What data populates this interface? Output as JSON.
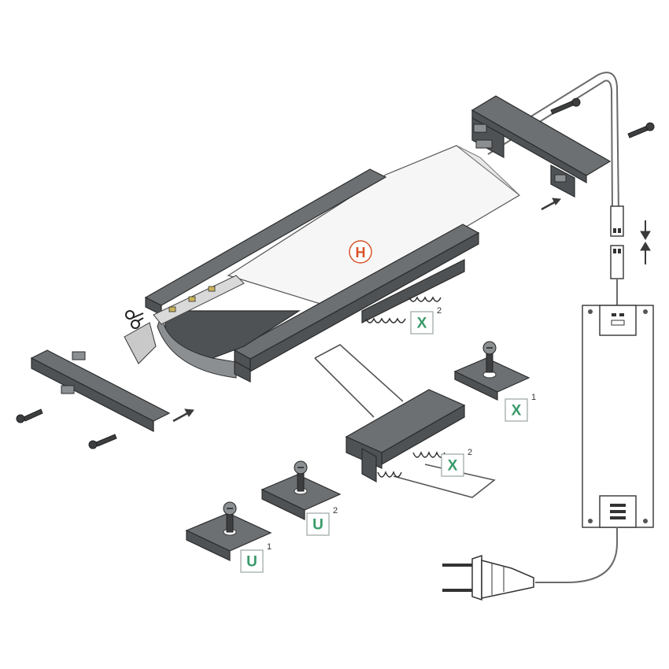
{
  "labels": {
    "h": "H",
    "x_left": "X",
    "x_left_sup": "2",
    "x_right": "X",
    "x_right_sup": "1",
    "x_center": "X",
    "x_center_sup": "2",
    "u_left": "U",
    "u_left_sup": "1",
    "u_center": "U",
    "u_center_sup": "2"
  },
  "colors": {
    "label_letter": "#3a9a6a",
    "h_letter": "#d8532a",
    "profile_metal": "#4f5254"
  },
  "icons": [
    "scissors-icon",
    "plug-icon",
    "connector-icon",
    "arrow-icon",
    "screw-icon"
  ]
}
